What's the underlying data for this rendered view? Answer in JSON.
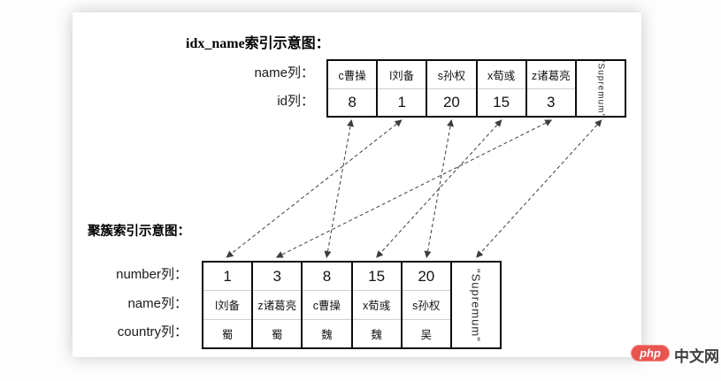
{
  "titles": {
    "idx": "idx_name索引示意图：",
    "cluster": "聚簇索引示意图："
  },
  "idx_table": {
    "row_labels": {
      "name": "name列：",
      "id": "id列："
    },
    "name_row": [
      "c曹操",
      "l刘备",
      "s孙权",
      "x荀彧",
      "z诸葛亮"
    ],
    "id_row": [
      "8",
      "1",
      "20",
      "15",
      "3"
    ],
    "supremum": "\"Supremum\""
  },
  "cluster_table": {
    "row_labels": {
      "number": "number列：",
      "name": "name列：",
      "country": "country列："
    },
    "number_row": [
      "1",
      "3",
      "8",
      "15",
      "20"
    ],
    "name_row": [
      "l刘备",
      "z诸葛亮",
      "c曹操",
      "x荀彧",
      "s孙权"
    ],
    "country_row": [
      "蜀",
      "蜀",
      "魏",
      "魏",
      "吴"
    ],
    "supremum": "\"Supremum\""
  },
  "links": [
    {
      "top_col": 0,
      "bottom_col": 2
    },
    {
      "top_col": 1,
      "bottom_col": 0
    },
    {
      "top_col": 2,
      "bottom_col": 4
    },
    {
      "top_col": 3,
      "bottom_col": 3
    },
    {
      "top_col": 4,
      "bottom_col": 1
    },
    {
      "top_col": 5,
      "bottom_col": 5
    }
  ],
  "arrow_style": {
    "color": "#3d3d3d",
    "dash": "4 3"
  },
  "watermark": {
    "badge": "php",
    "text": "中文网",
    "badge_color": "#e8544e",
    "text_color": "#3f3f3f"
  }
}
